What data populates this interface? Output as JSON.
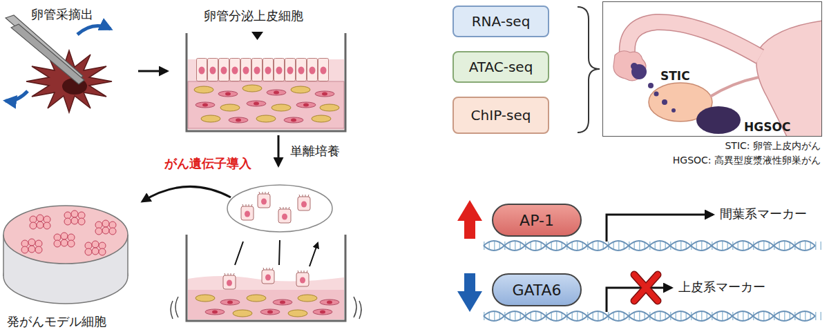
{
  "diagram": {
    "nodes": [
      {
        "text": [
          "RNA-seq"
        ]
      },
      {
        "text": [
          "ATAC-seq"
        ]
      },
      {
        "text": [
          "ChIP-seq"
        ]
      },
      {
        "text": [
          "STIC",
          "HGSOC"
        ]
      },
      {
        "text": [
          "AP-1"
        ]
      },
      {
        "text": [
          "GATA6"
        ]
      }
    ],
    "labels": [
      "卵管采摘出",
      "卵管分泌上皮細胞",
      "単離培養",
      "がん遺伝子導入",
      "発がんモデル細胞",
      "STIC: 卵管上皮内がん",
      "HGSOC: 高異型度漿液性卵巣がん",
      "間葉系マーカー",
      "上皮系マーカー"
    ]
  }
}
